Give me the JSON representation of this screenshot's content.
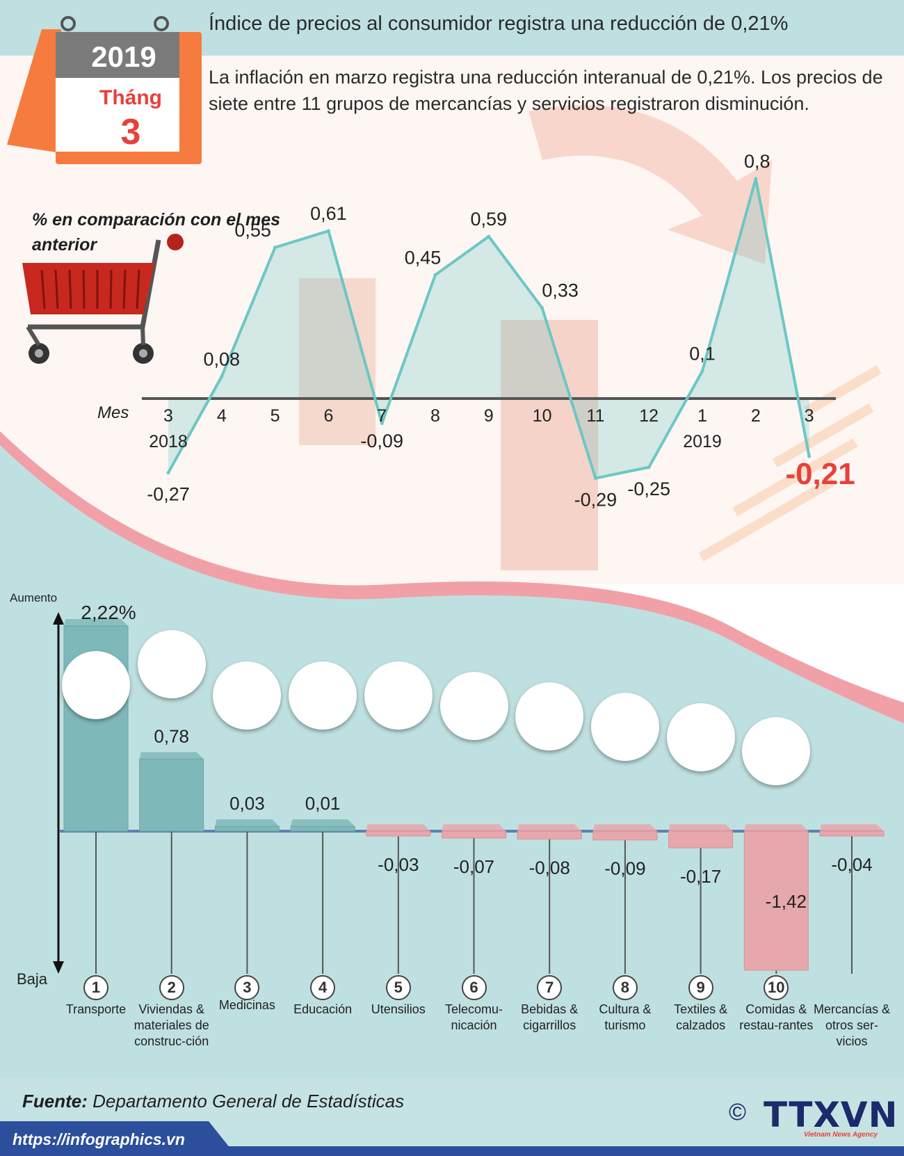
{
  "header": {
    "title": "Índice de precios al consumidor registra una reducción de 0,21%",
    "subtitle": "La inflación en marzo registra una reducción interanual de 0,21%. Los precios de siete entre 11 grupos de mercancías y servicios registraron disminución."
  },
  "calendar": {
    "year": "2019",
    "month_word": "Tháng",
    "month_number": "3"
  },
  "chart_data": [
    {
      "type": "line",
      "caption": "% en comparación con el mes anterior",
      "xlabel": "Mes",
      "x": [
        "3",
        "4",
        "5",
        "6",
        "7",
        "8",
        "9",
        "10",
        "11",
        "12",
        "1",
        "2",
        "3"
      ],
      "year_labels": [
        {
          "index": 0,
          "label": "2018"
        },
        {
          "index": 10,
          "label": "2019"
        }
      ],
      "values": [
        -0.27,
        0.08,
        0.55,
        0.61,
        -0.09,
        0.45,
        0.59,
        0.33,
        -0.29,
        -0.25,
        0.1,
        0.8,
        -0.21
      ],
      "value_labels": [
        "-0,27",
        "0,08",
        "0,55",
        "0,61",
        "-0,09",
        "0,45",
        "0,59",
        "0,33",
        "-0,29",
        "-0,25",
        "0,1",
        "0,8",
        "-0,21"
      ],
      "highlight_index": 12,
      "ylim": [
        -0.3,
        0.85
      ]
    },
    {
      "type": "bar",
      "axis_top_label": "Aumento",
      "axis_bottom_label": "Baja",
      "categories": [
        {
          "number": "1",
          "name": "Transporte",
          "icon": "traffic-light-icon"
        },
        {
          "number": "2",
          "name": "Viviendas & materiales de construc-ción",
          "icon": "house-icon"
        },
        {
          "number": "3",
          "name": "Medicinas",
          "icon": "pills-icon"
        },
        {
          "number": "4",
          "name": "Educación",
          "icon": "graduation-cap-icon"
        },
        {
          "number": "5",
          "name": "Utensilios",
          "icon": "washing-machine-icon"
        },
        {
          "number": "6",
          "name": "Telecomu-nicación",
          "icon": "antenna-tower-icon"
        },
        {
          "number": "7",
          "name": "Bebidas & cigarrillos",
          "icon": "drink-cigarettes-icon"
        },
        {
          "number": "8",
          "name": "Cultura & turismo",
          "icon": "clapperboard-icon"
        },
        {
          "number": "9",
          "name": "Textiles & calzados",
          "icon": "shirt-shoes-icon"
        },
        {
          "number": "10",
          "name": "Comidas & restau-rantes",
          "icon": "food-plate-icon"
        },
        {
          "number": "",
          "name": "Mercancías & otros ser-vicios",
          "icon": ""
        }
      ],
      "values": [
        2.22,
        0.78,
        0.03,
        0.01,
        -0.03,
        -0.07,
        -0.08,
        -0.09,
        -0.17,
        -1.42,
        -0.04
      ],
      "value_labels": [
        "2,22%",
        "0,78",
        "0,03",
        "0,01",
        "-0,03",
        "-0,07",
        "-0,08",
        "-0,09",
        "-0,17",
        "-1,42",
        "-0,04"
      ],
      "colors": {
        "positive": "#7fb8b8",
        "negative": "#e6a7ad"
      }
    }
  ],
  "footer": {
    "source_label": "Fuente:",
    "source_text": "Departamento General de Estadísticas",
    "url": "https://infographics.vn",
    "copyright": "©",
    "logo": "TTXVN",
    "logo_sub": "Vietnam News Agency"
  },
  "colors": {
    "line": "#6cc7c4",
    "highlight": "#e8403a",
    "teal_bg": "#bfe0e0",
    "brand_blue": "#1b2a6b"
  }
}
